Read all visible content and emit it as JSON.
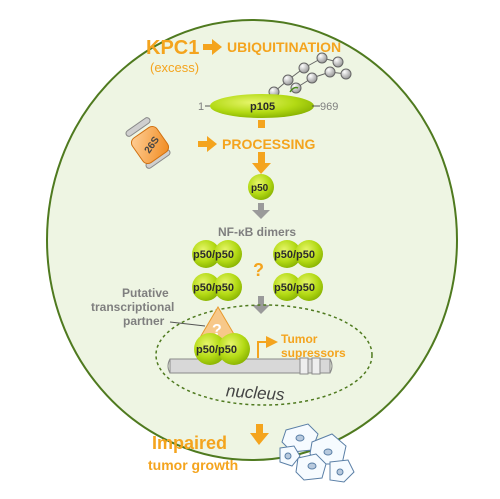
{
  "kpc1": "KPC1",
  "excess": "(excess)",
  "ubiquitination": "UBIQUITINATION",
  "p105": "p105",
  "p105_start": "1",
  "p105_end": "969",
  "proteasome": "26S",
  "processing": "PROCESSING",
  "p50": "p50",
  "nfkb_dimers": "NF-κB dimers",
  "dimer_label": "p50/p50",
  "question": "?",
  "putative_line1": "Putative",
  "putative_line2": "transcriptional",
  "putative_line3": "partner",
  "tumor_line1": "Tumor",
  "tumor_line2": "supressors",
  "nucleus": "nucleus",
  "impaired_line1": "Impaired",
  "impaired_line2": "tumor growth",
  "colors": {
    "orange": "#f4a41e",
    "green": "#a8d400",
    "cell_fill": "#eef5e3",
    "cell_stroke": "#4f7a1f",
    "grey": "#8c8c8c"
  }
}
